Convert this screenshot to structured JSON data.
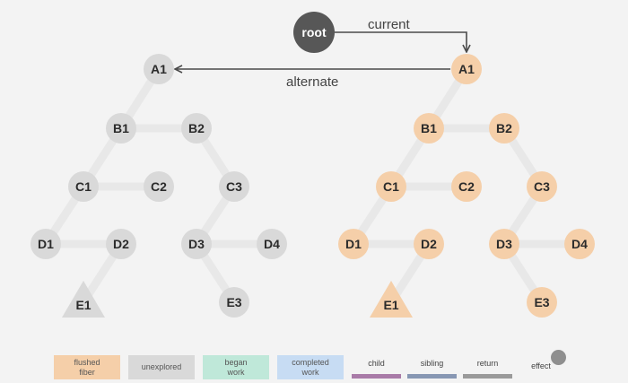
{
  "root_label": "root",
  "pointer_labels": {
    "current": "current",
    "alternate": "alternate"
  },
  "colors": {
    "root": "#575757",
    "unexplored_node": "#d9d9d9",
    "flushed_node": "#f5cfa9",
    "edge": "#e8e8e8",
    "arrow": "#4a4a4a",
    "began_work": "#bfe8d9",
    "completed_work": "#c7dcf3",
    "child": "#a97ba8",
    "sibling": "#8797b3",
    "return": "#9a9a9a",
    "effect": "#8f8f8f"
  },
  "trees": [
    {
      "name": "alternate-tree",
      "state": "unexplored",
      "nodes": [
        "A1",
        "B1",
        "B2",
        "C1",
        "C2",
        "C3",
        "D1",
        "D2",
        "D3",
        "D4",
        "E1",
        "E3"
      ]
    },
    {
      "name": "current-tree",
      "state": "flushed",
      "nodes": [
        "A1",
        "B1",
        "B2",
        "C1",
        "C2",
        "C3",
        "D1",
        "D2",
        "D3",
        "D4",
        "E1",
        "E3"
      ]
    }
  ],
  "edges": [
    [
      "A1",
      "B1"
    ],
    [
      "B1",
      "B2"
    ],
    [
      "B1",
      "C1"
    ],
    [
      "B2",
      "C3"
    ],
    [
      "C1",
      "C2"
    ],
    [
      "C1",
      "D1"
    ],
    [
      "C3",
      "D3"
    ],
    [
      "D1",
      "D2"
    ],
    [
      "D2",
      "E1"
    ],
    [
      "D3",
      "D4"
    ],
    [
      "D3",
      "E3"
    ]
  ],
  "legend": {
    "flushed": "flushed\nfiber",
    "unexplored": "unexplored",
    "began": "began\nwork",
    "completed": "completed\nwork",
    "child": "child",
    "sibling": "sibling",
    "return": "return",
    "effect": "effect"
  }
}
